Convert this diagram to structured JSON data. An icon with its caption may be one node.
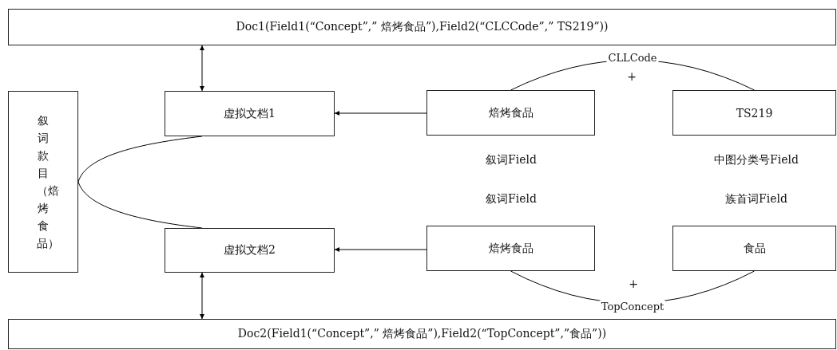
{
  "diagram": {
    "nodes": [
      {
        "text": [
          "Doc1(Field1(“Concept”,” 焙烤食品”),Field2(“CLCCode”,” TS219”))"
        ]
      },
      {
        "text": [
          "叙词款目（焙烤食品）"
        ]
      },
      {
        "text": [
          "虚拟文档1"
        ]
      },
      {
        "text": [
          "焙烤食品"
        ]
      },
      {
        "text": [
          "TS219"
        ]
      },
      {
        "text": [
          "虚拟文档2"
        ]
      },
      {
        "text": [
          "焙烤食品"
        ]
      },
      {
        "text": [
          "食品"
        ]
      },
      {
        "text": [
          "Doc2(Field1(“Concept”,” 焙烤食品”),Field2(“TopConcept”,”食品”))"
        ]
      }
    ],
    "edges": [
      {
        "from": 0,
        "to": 2,
        "arrow": "both"
      },
      {
        "from": 3,
        "to": 2,
        "arrow": "to"
      },
      {
        "from": 6,
        "to": 5,
        "arrow": "to"
      },
      {
        "from": 5,
        "to": 8,
        "arrow": "both"
      },
      {
        "from": 1,
        "to": 2,
        "arrow": "none"
      },
      {
        "from": 1,
        "to": 5,
        "arrow": "none"
      },
      {
        "from": 3,
        "to": 4,
        "arrow": "none",
        "label": "CLLCode"
      },
      {
        "from": 6,
        "to": 7,
        "arrow": "none",
        "label": "TopConcept"
      }
    ],
    "labels": [
      "+",
      "叙词Field",
      "中图分类号Field",
      "叙词Field",
      "族首词Field",
      "+"
    ]
  }
}
